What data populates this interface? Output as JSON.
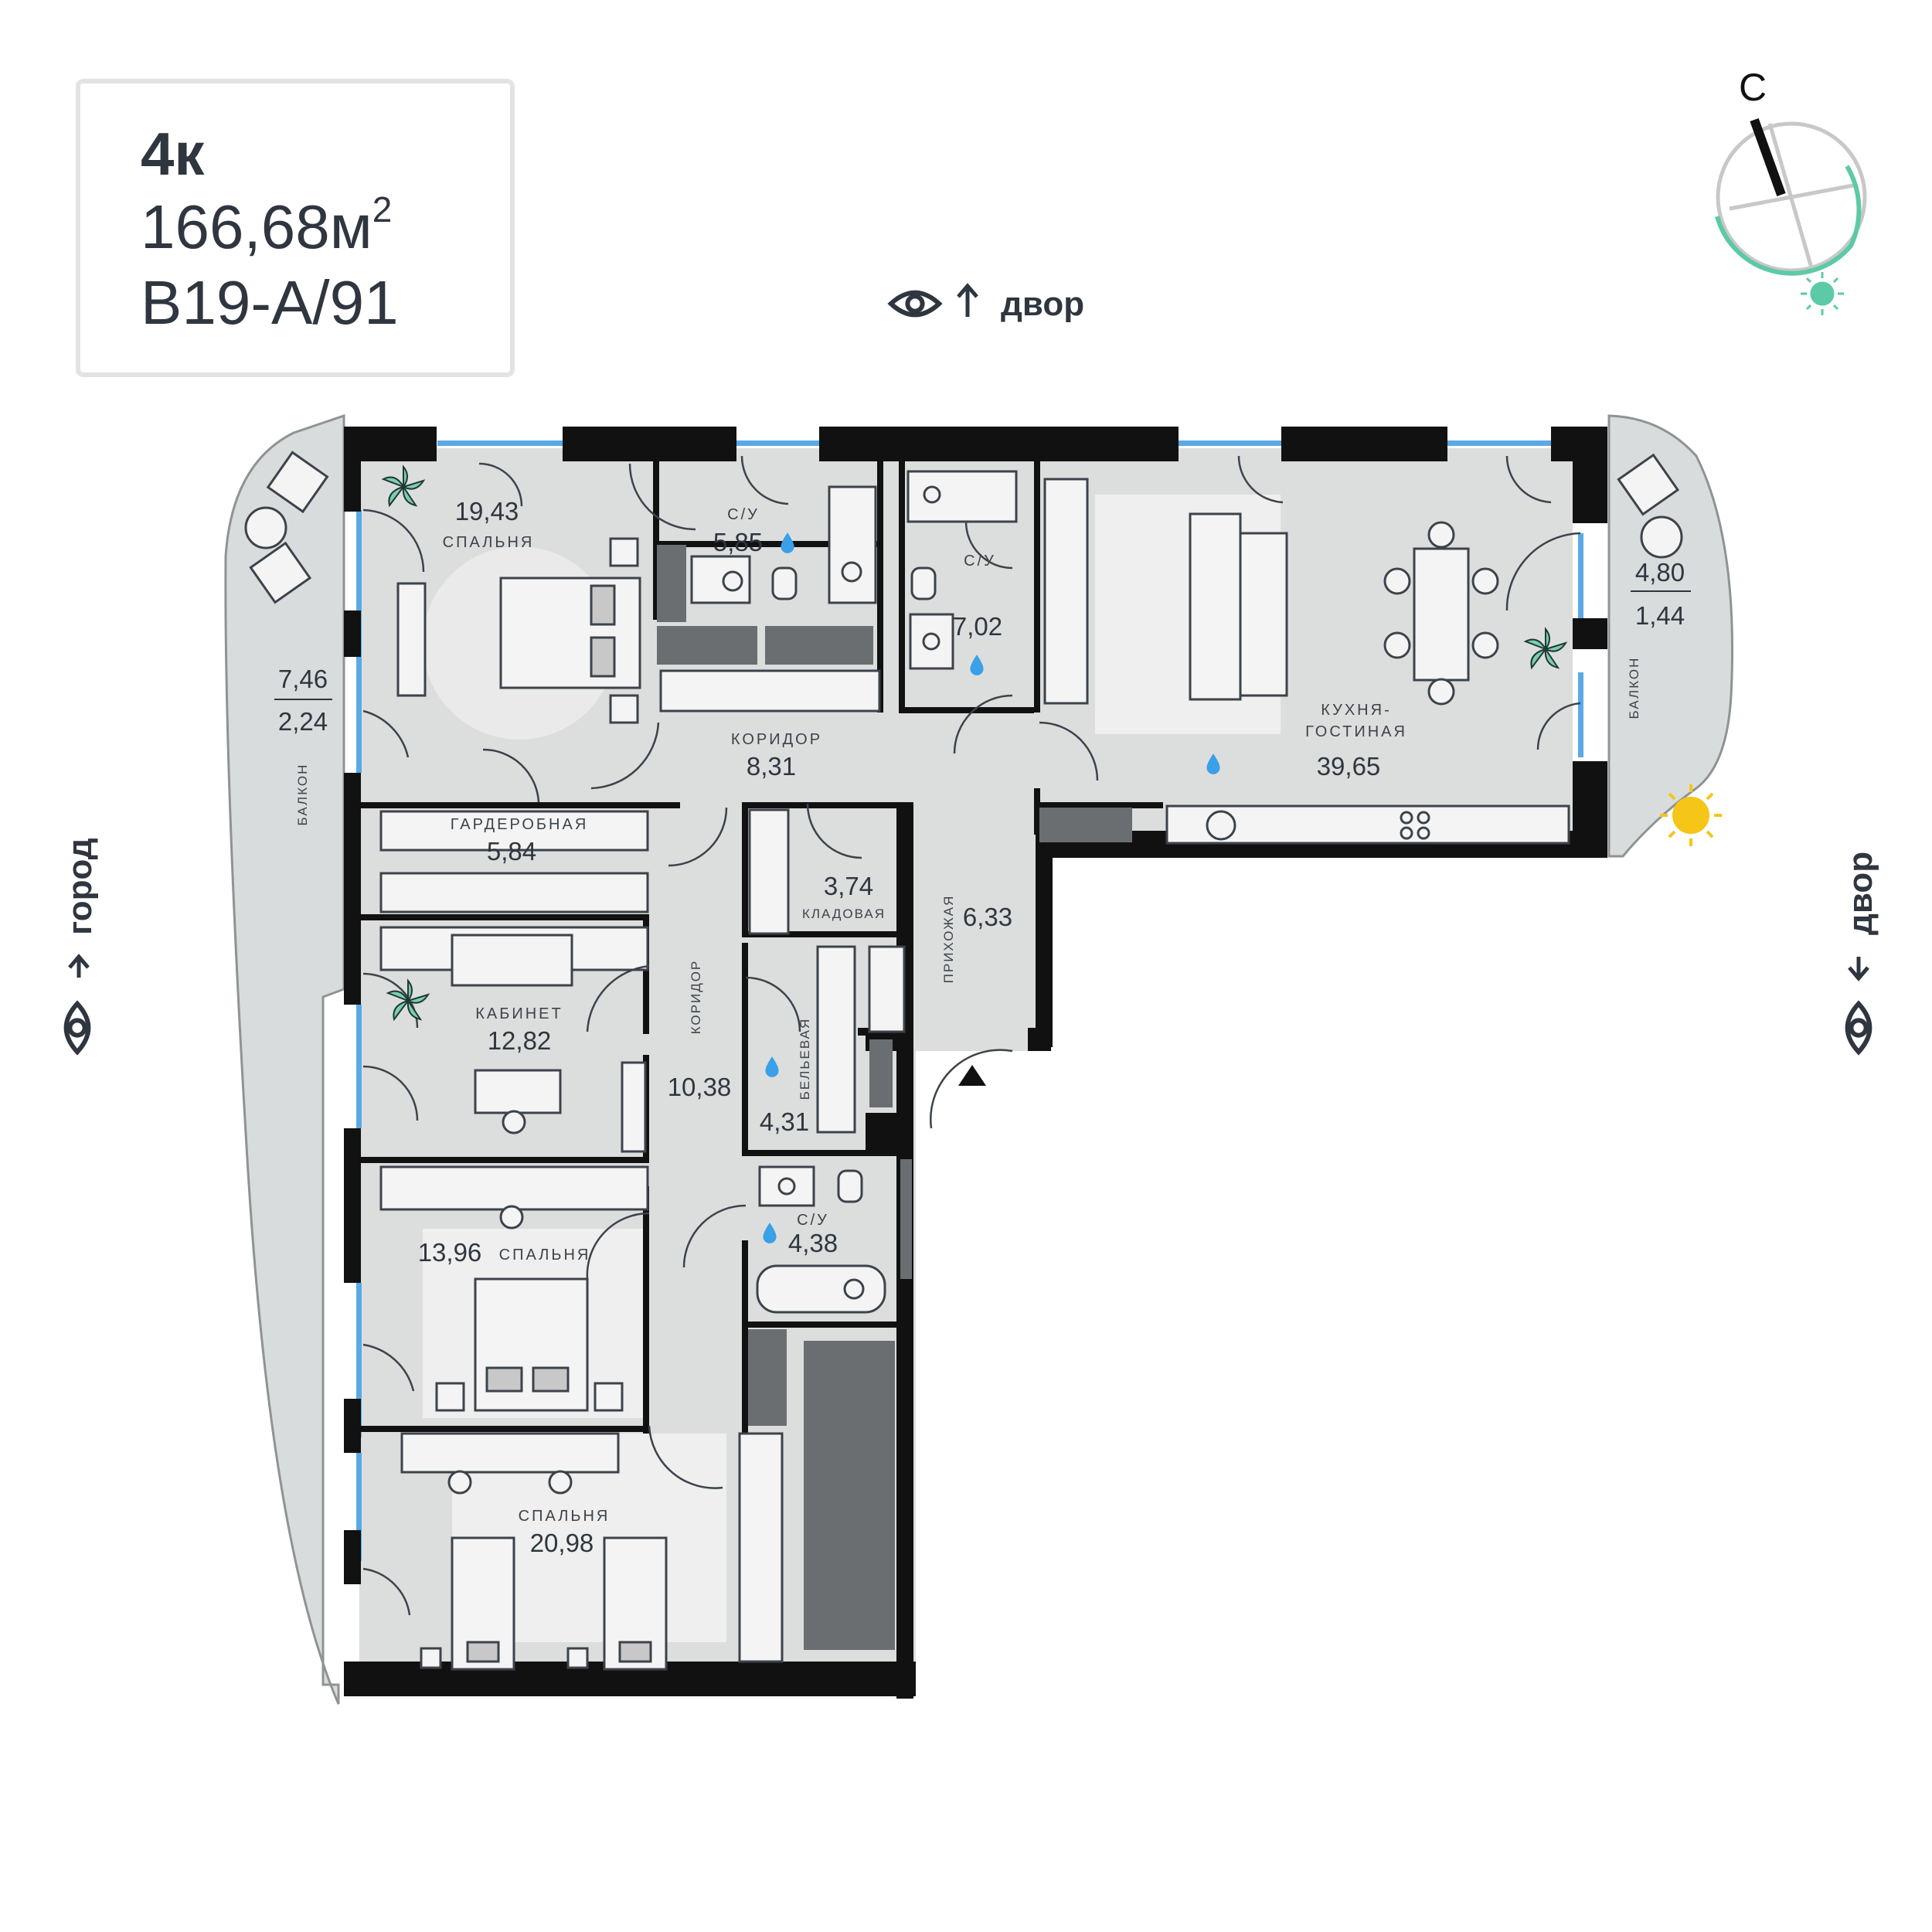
{
  "apartment": {
    "rooms": "4к",
    "area": "166,68м",
    "area_sup": "2",
    "code": "B19-A/91"
  },
  "orientation": {
    "top": "двор",
    "left": "город",
    "right": "двор",
    "compass_letter": "С"
  },
  "rooms": {
    "bedroom1": {
      "area": "19,43",
      "name": "СПАЛЬНЯ"
    },
    "wc1": {
      "area": "5,85",
      "name": "С/У"
    },
    "wc2": {
      "area": "7,02",
      "name": "С/У"
    },
    "kitchen": {
      "area": "39,65",
      "name1": "КУХНЯ-",
      "name2": "ГОСТИНАЯ"
    },
    "balcony_right": {
      "area1": "4,80",
      "area2": "1,44",
      "name": "БАЛКОН"
    },
    "balcony_left": {
      "area1": "7,46",
      "area2": "2,24",
      "name": "БАЛКОН"
    },
    "corridor1": {
      "area": "8,31",
      "name": "КОРИДОР"
    },
    "wardrobe": {
      "area": "5,84",
      "name": "ГАРДЕРОБНАЯ"
    },
    "storage": {
      "area": "3,74",
      "name": "КЛАДОВАЯ"
    },
    "hall": {
      "area": "6,33",
      "name": "ПРИХОЖАЯ"
    },
    "study": {
      "area": "12,82",
      "name": "КАБИНЕТ"
    },
    "corridor2": {
      "area": "10,38",
      "name": "КОРИДОР"
    },
    "laundry": {
      "area": "4,31",
      "name": "БЕЛЬЕВАЯ"
    },
    "wc3": {
      "area": "4,38",
      "name": "С/У"
    },
    "bedroom2": {
      "area": "13,96",
      "name": "СПАЛЬНЯ"
    },
    "bedroom3": {
      "area": "20,98",
      "name": "СПАЛЬНЯ"
    }
  },
  "colors": {
    "wall": "#111111",
    "floor": "#dcdedd",
    "balcony": "#d9dcdc",
    "window": "#5aa9e6",
    "water": "#3aa0e8",
    "sun": "#f5c518",
    "compass_arc": "#5cc9a7",
    "plant": "#7ccdb3"
  }
}
